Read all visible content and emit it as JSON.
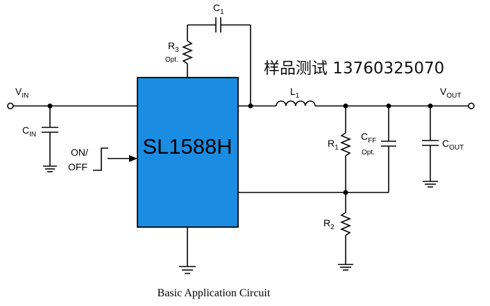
{
  "chip": {
    "name": "SL1588H",
    "fill": "#1a8de3"
  },
  "note": "样品测试 13760325070",
  "caption": "Basic Application Circuit",
  "labels": {
    "vin": {
      "main": "V",
      "sub": "IN"
    },
    "cin": {
      "main": "C",
      "sub": "IN"
    },
    "c1": {
      "main": "C",
      "sub": "1"
    },
    "r3": {
      "main": "R",
      "sub": "3",
      "note": "Opt."
    },
    "l1": {
      "main": "L",
      "sub": "1"
    },
    "r1": {
      "main": "R",
      "sub": "1"
    },
    "r2": {
      "main": "R",
      "sub": "2"
    },
    "cff": {
      "main": "C",
      "sub": "FF",
      "note": "Opt."
    },
    "cout": {
      "main": "C",
      "sub": "OUT"
    },
    "vout": {
      "main": "V",
      "sub": "OUT"
    },
    "onoff": {
      "line1": "ON/",
      "line2": "OFF"
    }
  }
}
